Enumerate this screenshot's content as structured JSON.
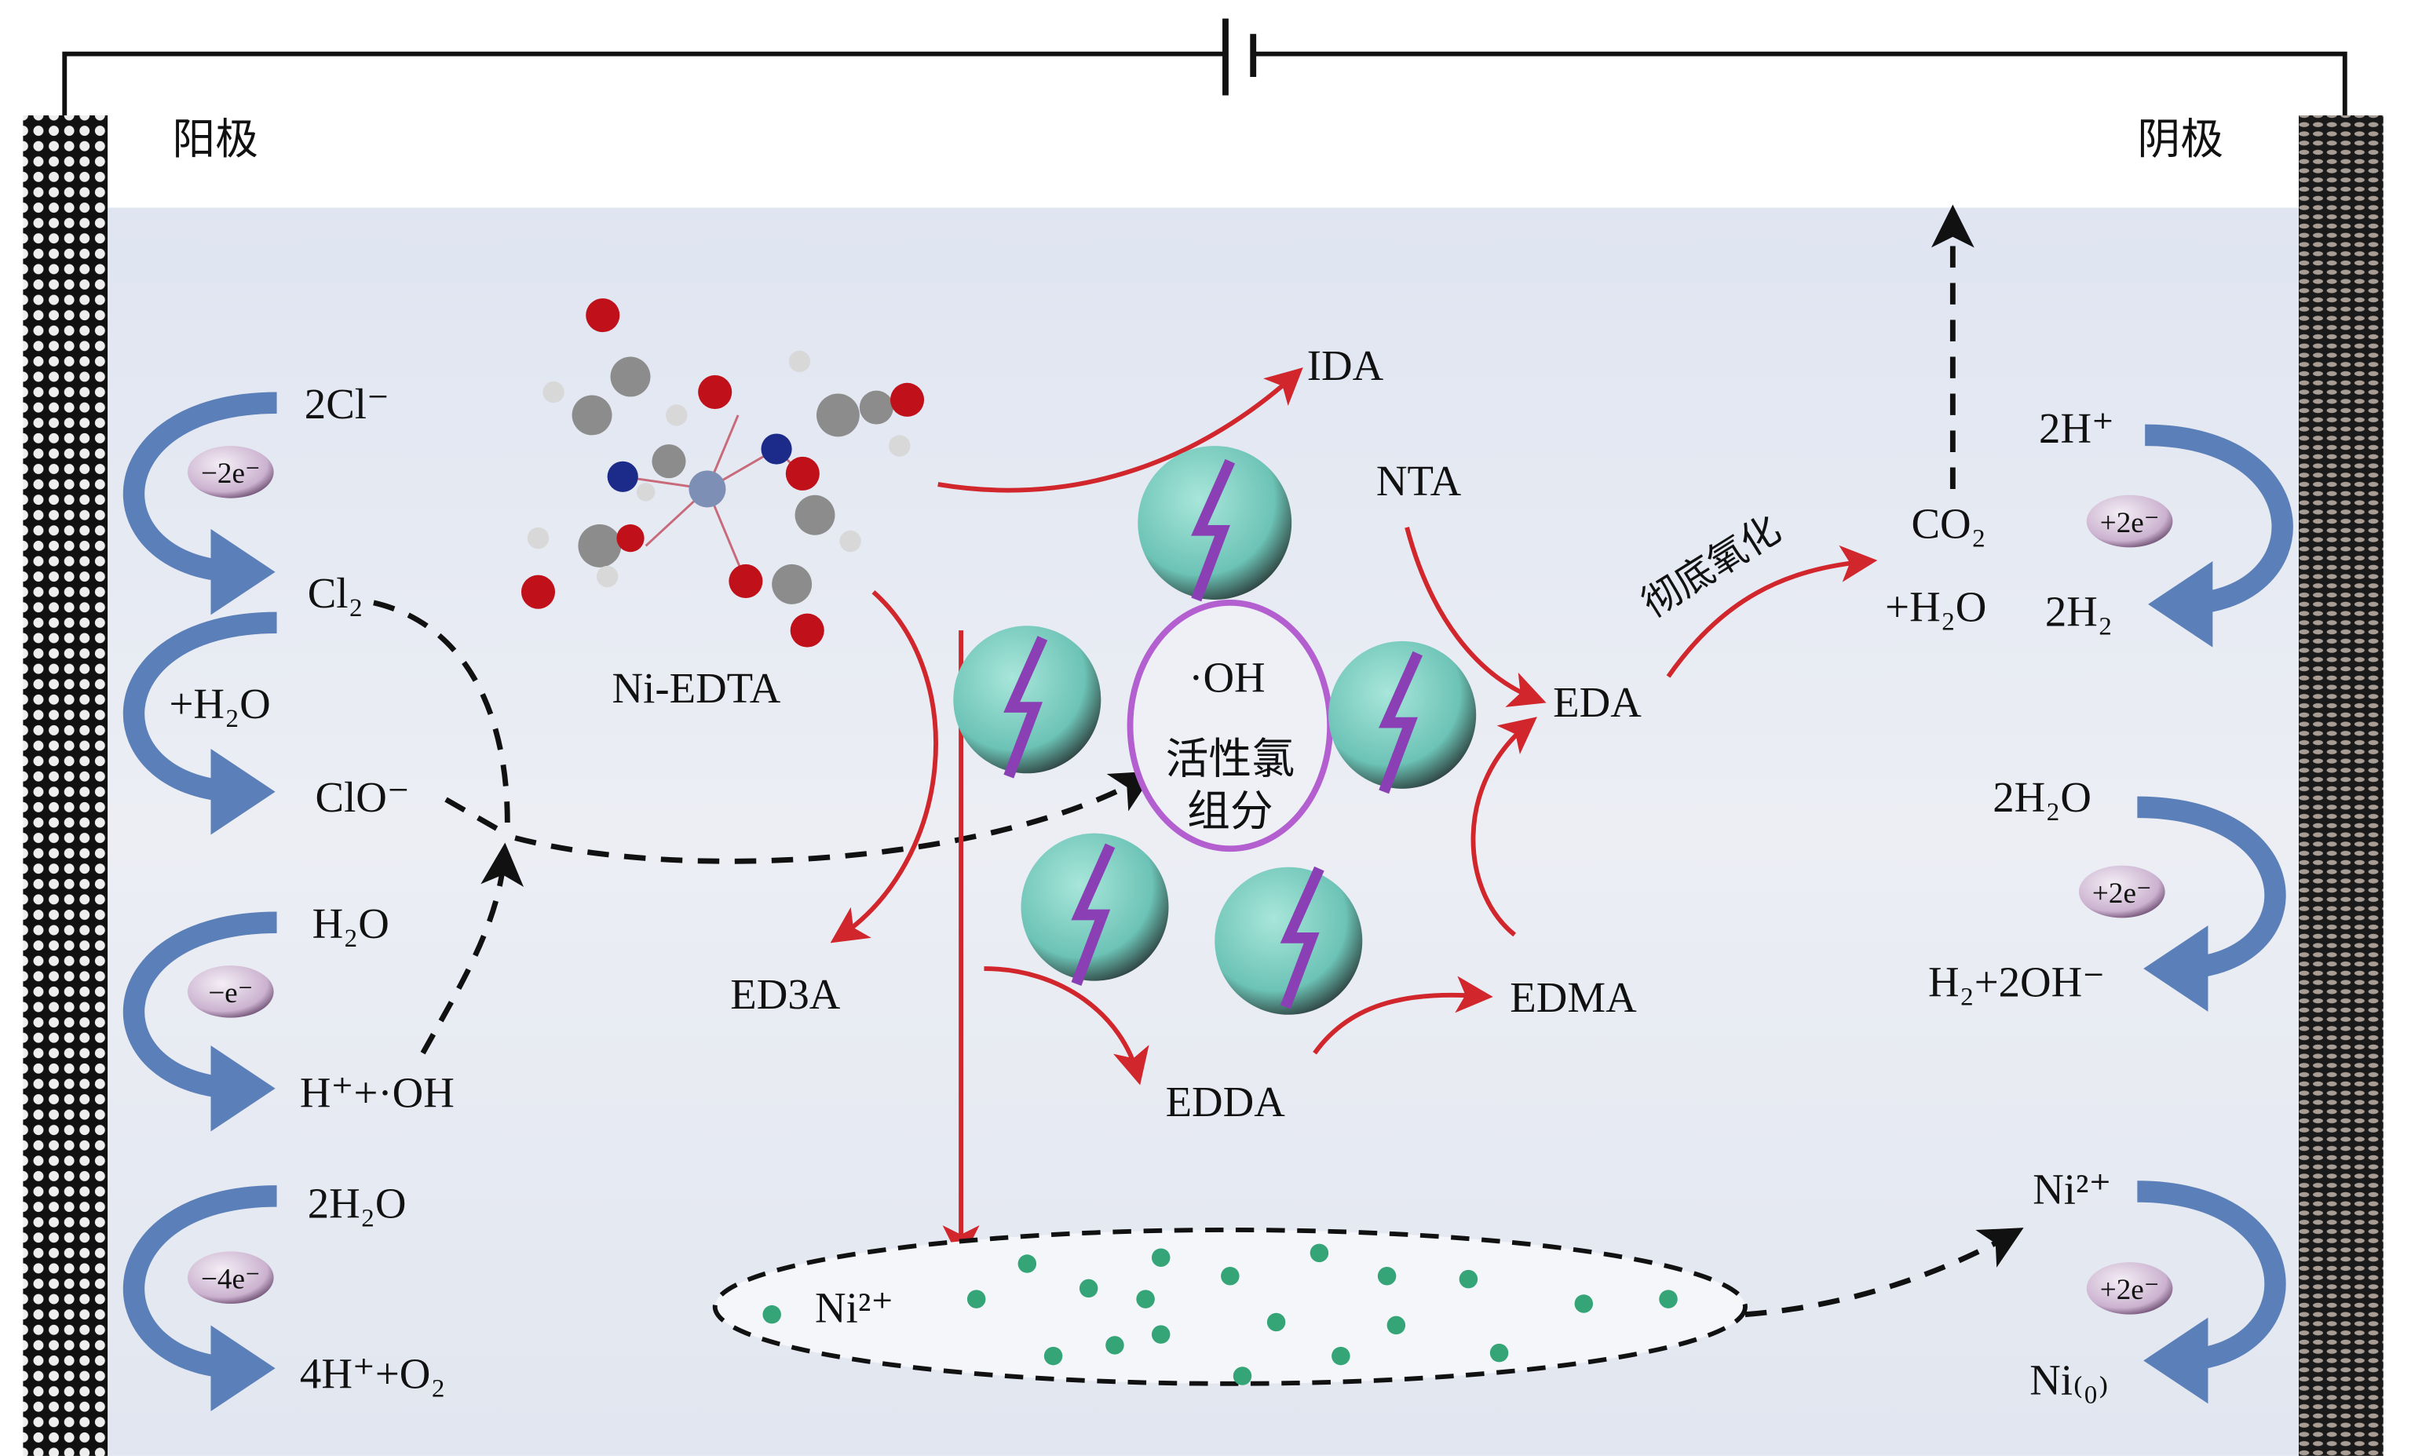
{
  "electrodes": {
    "anode": "阳极",
    "cathode": "阴极"
  },
  "anode_reactions": [
    {
      "reactant": "2Cl⁻",
      "electrons": "−2e⁻",
      "product": "Cl₂"
    },
    {
      "reactant": "Cl₂",
      "electrons": "+H₂O",
      "product": "ClO⁻"
    },
    {
      "reactant": "H₂O",
      "electrons": "−e⁻",
      "product": "H⁺+·OH"
    },
    {
      "reactant": "2H₂O",
      "electrons": "−4e⁻",
      "product": "4H⁺+O₂"
    }
  ],
  "cathode_reactions": [
    {
      "reactant": "2H⁺",
      "electrons": "+2e⁻",
      "product": "2H₂"
    },
    {
      "reactant": "2H₂O",
      "electrons": "+2e⁻",
      "product": "H₂+2OH⁻"
    },
    {
      "reactant": "Ni²⁺",
      "electrons": "+2e⁻",
      "product": "Ni₍₀₎"
    }
  ],
  "center": {
    "oxidant_line1": "·OH",
    "oxidant_line2": "活性氯",
    "oxidant_line3": "组分",
    "complex": "Ni-EDTA",
    "intermediates": {
      "ida": "IDA",
      "nta": "NTA",
      "eda": "EDA",
      "ed3a": "ED3A",
      "edda": "EDDA",
      "edma": "EDMA"
    },
    "mineralization": "彻底氧化",
    "products_line1": "CO₂",
    "products_line2": "+H₂O",
    "nickel_pool": "Ni²⁺"
  },
  "colors": {
    "solution": "#e4e8f2",
    "blue_arrow": "#5b7fb8",
    "red_arrow": "#d0262c",
    "sphere": "#7fd0c4",
    "ring": "#b35fd0",
    "ni_dot": "#35a577"
  }
}
